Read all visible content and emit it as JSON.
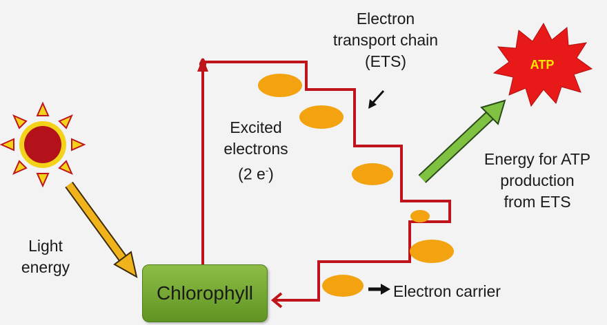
{
  "labels": {
    "ets_line1": "Electron",
    "ets_line2": "transport chain",
    "ets_line3": "(ETS)",
    "excited_line1": "Excited",
    "excited_line2": "electrons",
    "excited_line3_prefix": "(2 e",
    "excited_line3_sup": "-",
    "excited_line3_suffix": ")",
    "light_line1": "Light",
    "light_line2": "energy",
    "atp_line1": "Energy for ATP",
    "atp_line2": "production",
    "atp_line3": "from ETS",
    "carrier": "Electron carrier",
    "chlorophyll": "Chlorophyll",
    "atp": "ATP"
  },
  "colors": {
    "path": "#c0141c",
    "carrier": "#f2a30f",
    "sun_core": "#b3121a",
    "sun_rays": "#f3d21a",
    "light_arrow": "#f0b31c",
    "atp_arrow": "#7fc241",
    "atp_burst": "#e81919",
    "chlorophyll": "#6fa82f"
  }
}
